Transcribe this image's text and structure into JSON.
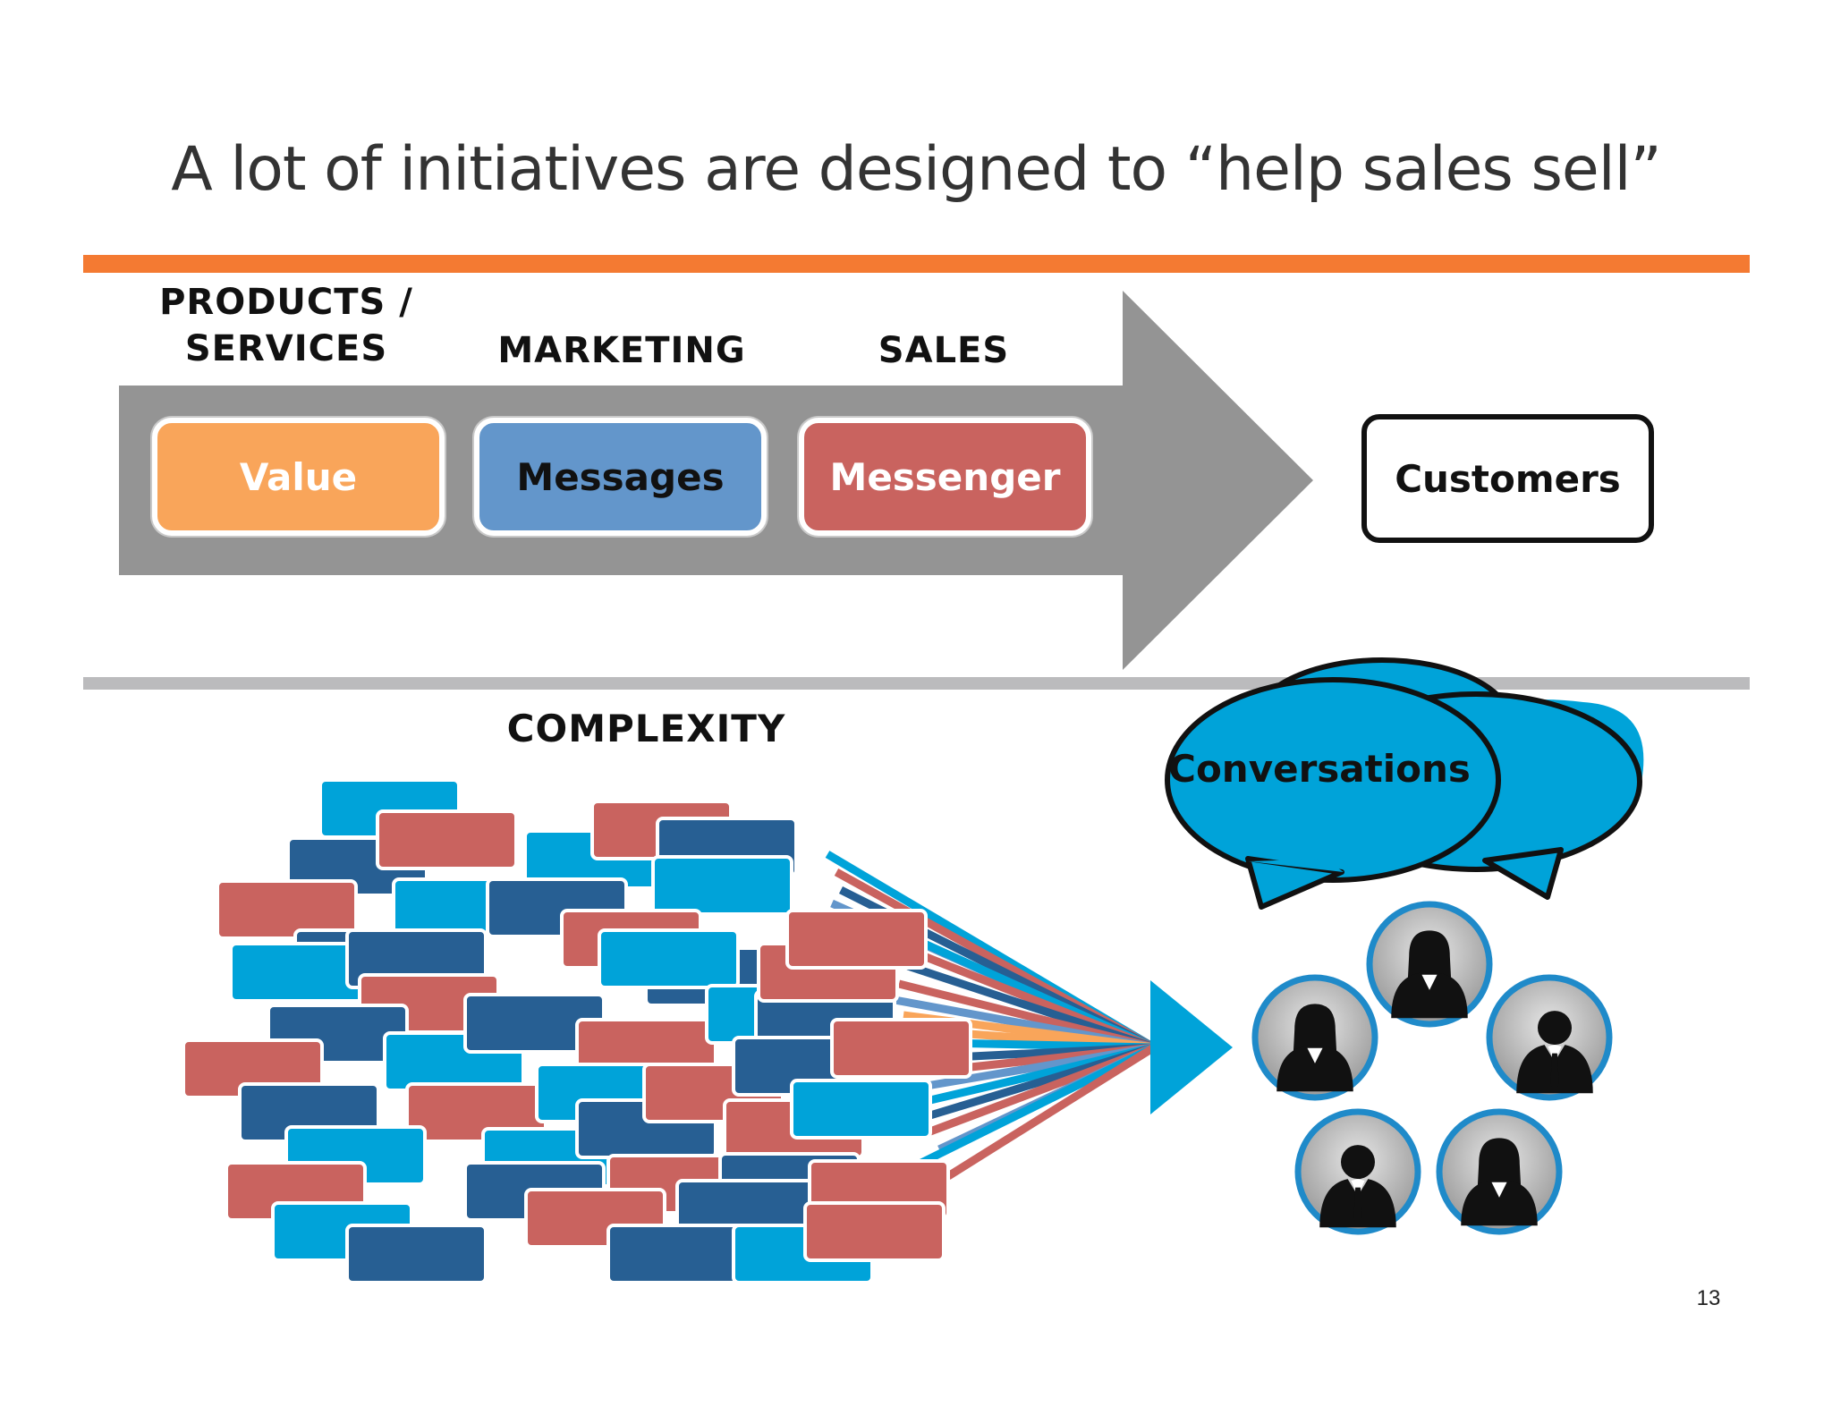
{
  "slide": {
    "title": "A lot of initiatives are designed to “help sales sell”",
    "page_number": "13"
  },
  "stages": [
    {
      "heading": "PRODUCTS / SERVICES",
      "box_label": "Value",
      "color": "#f9a55a"
    },
    {
      "heading": "MARKETING",
      "box_label": "Messages",
      "color": "#6396cb"
    },
    {
      "heading": "SALES",
      "box_label": "Messenger",
      "color": "#c9635f"
    }
  ],
  "target": {
    "label": "Customers"
  },
  "complexity": {
    "heading": "COMPLEXITY",
    "colors": [
      "#00a3d9",
      "#c9635f",
      "#275f93",
      "#f9a55a",
      "#6396cb"
    ]
  },
  "conversations": {
    "label": "Conversations",
    "color": "#00a3d9"
  },
  "people": {
    "count_label": "",
    "ring_color": "#1f8ac9",
    "icon_names": [
      "woman-icon",
      "man-icon",
      "man-icon",
      "man-icon",
      "woman-icon"
    ]
  },
  "colors": {
    "accent": "#f47a32",
    "arrow": "#949494",
    "divider": "#bbbbbd"
  }
}
